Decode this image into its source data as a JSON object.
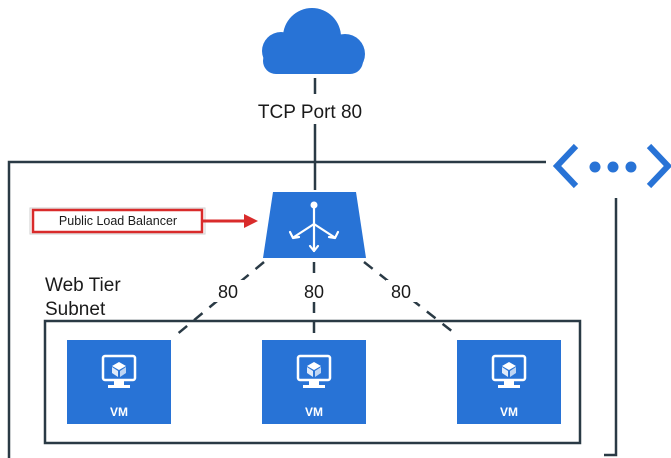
{
  "diagram": {
    "port_label": "TCP Port 80",
    "callout": "Public Load Balancer",
    "subnet_label_line1": "Web Tier",
    "subnet_label_line2": "Subnet",
    "link_labels": [
      "80",
      "80",
      "80"
    ],
    "vm_label": "VM",
    "icons": {
      "internet": "cloud-icon",
      "load_balancer": "load-balancer-icon",
      "vnet": "virtual-network-icon",
      "vm": "virtual-machine-icon"
    },
    "colors": {
      "azure_blue": "#2873d6",
      "callout_red": "#d92b2b",
      "border": "#2a3a45"
    }
  }
}
